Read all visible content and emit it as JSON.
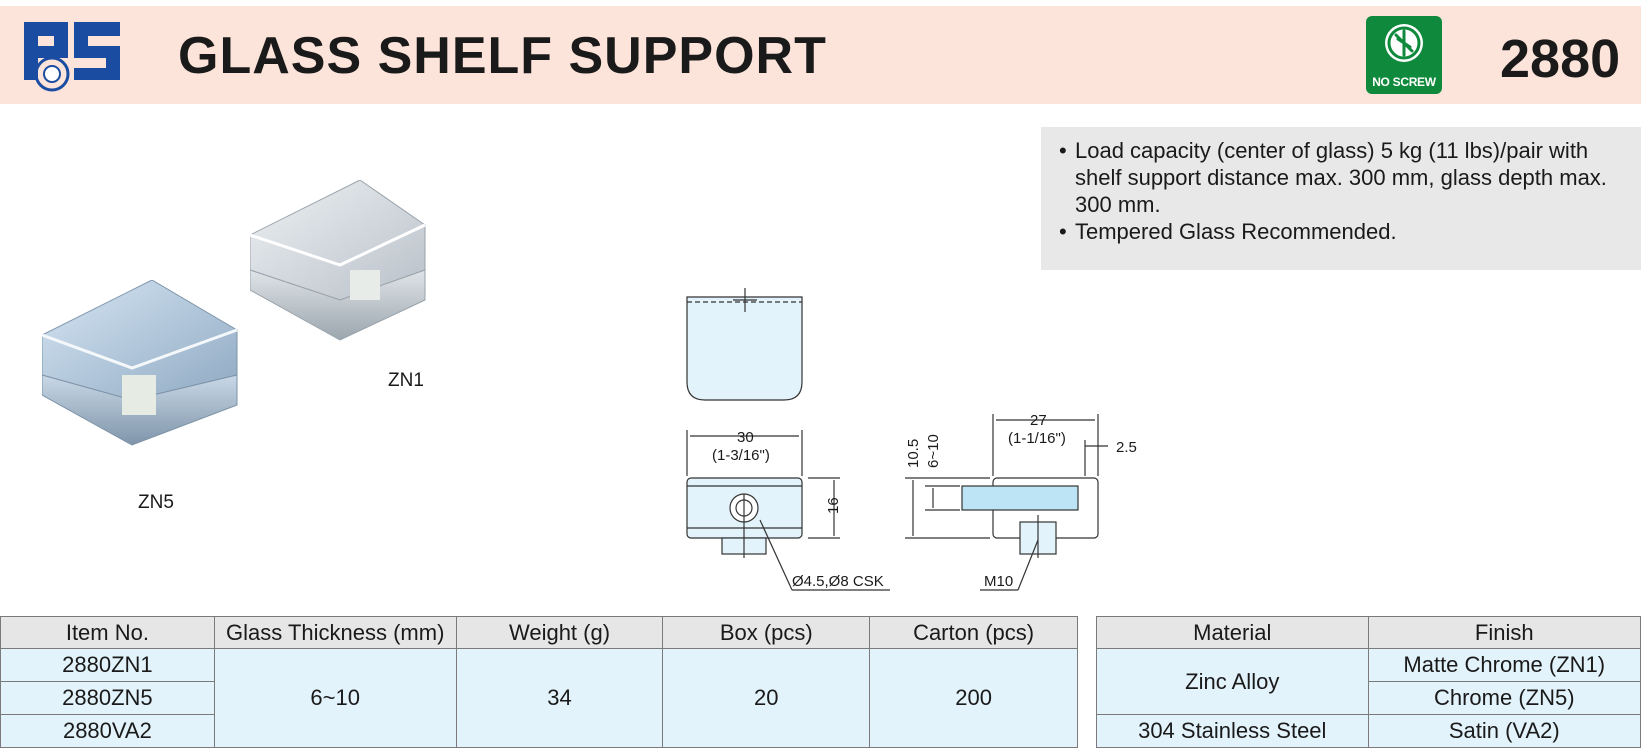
{
  "header": {
    "title": "GLASS SHELF SUPPORT",
    "model_number": "2880",
    "no_screw_badge": "NO SCREW",
    "logo_icon": "ps-logo-icon",
    "badge_icon": "no-screw-icon"
  },
  "colors": {
    "header_bg": "#fde4da",
    "badge_green": "#0f8a3c",
    "logo_blue": "#1a4da1",
    "table_cell_bg": "#e3f3fb",
    "glass_blue": "#bde4f5"
  },
  "notes": [
    "Load capacity (center of glass) 5 kg (11 lbs)/pair with shelf support distance max. 300 mm, glass depth max. 300 mm.",
    "Tempered Glass Recommended."
  ],
  "photos": {
    "zn1_label": "ZN1",
    "zn5_label": "ZN5"
  },
  "dimensions": {
    "width_mm": "30",
    "width_in": "(1-3/16\")",
    "height_mm": "16",
    "hole": "Ø4.5,Ø8 CSK",
    "depth_mm": "27",
    "depth_in": "(1-1/16\")",
    "lip_mm": "2.5",
    "total_h": "10.5",
    "glass_range": "6~10",
    "thread": "M10"
  },
  "spec_table": {
    "headers": [
      "Item No.",
      "Glass Thickness (mm)",
      "Weight (g)",
      "Box (pcs)",
      "Carton (pcs)"
    ],
    "items": [
      "2880ZN1",
      "2880ZN5",
      "2880VA2"
    ],
    "glass_thickness": "6~10",
    "weight": "34",
    "box": "20",
    "carton": "200"
  },
  "material_table": {
    "headers": [
      "Material",
      "Finish"
    ],
    "material_zinc": "Zinc Alloy",
    "material_steel": "304 Stainless Steel",
    "finishes": [
      "Matte Chrome (ZN1)",
      "Chrome (ZN5)",
      "Satin (VA2)"
    ]
  }
}
